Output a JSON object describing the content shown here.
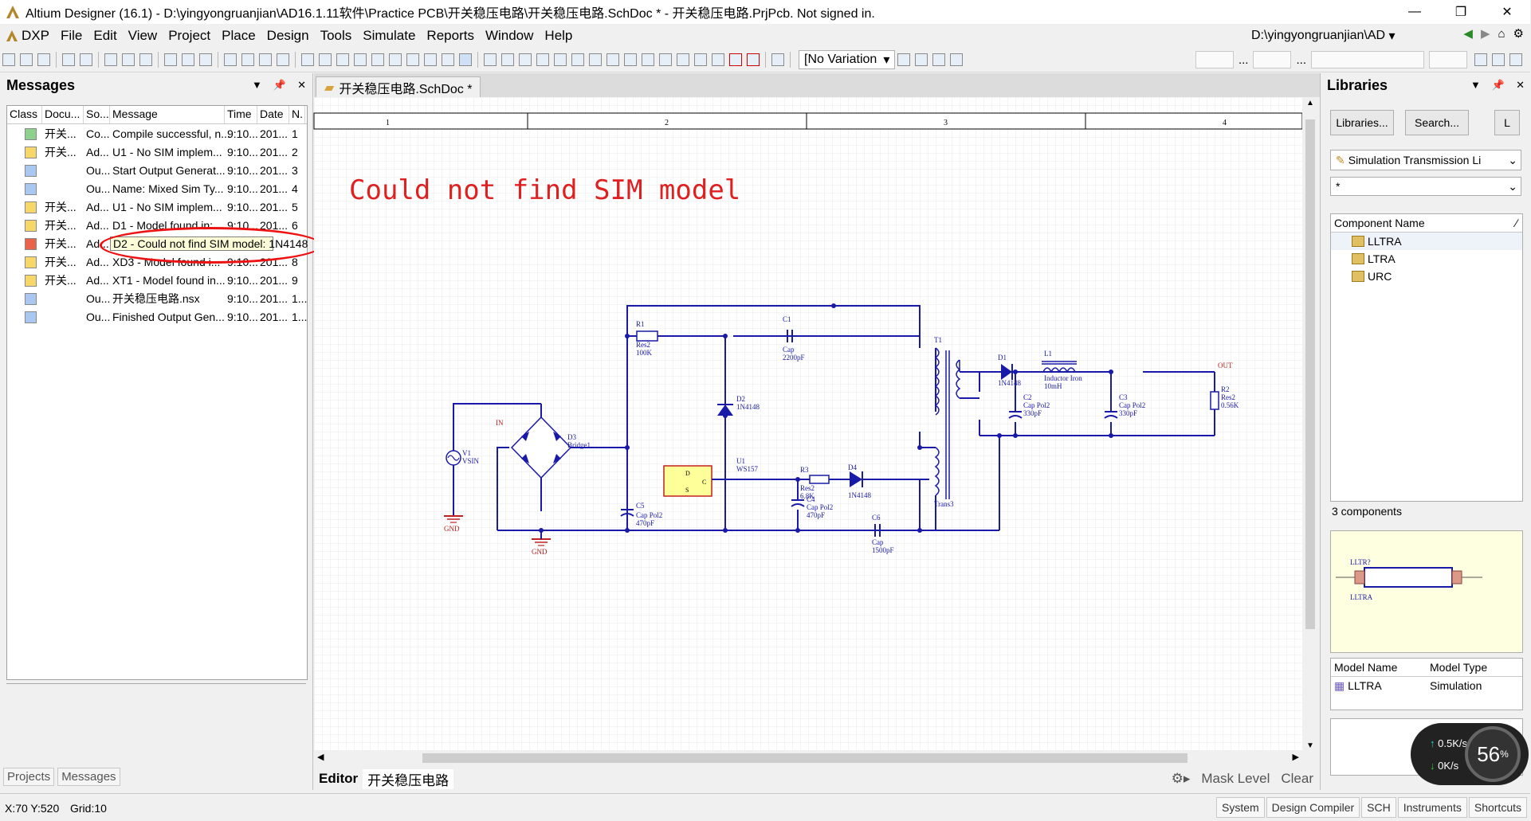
{
  "window": {
    "title": "Altium Designer (16.1) - D:\\yingyongruanjian\\AD16.1.11软件\\Practice PCB\\开关稳压电路\\开关稳压电路.SchDoc * - 开关稳压电路.PrjPcb. Not signed in.",
    "controls": [
      "—",
      "❐",
      "✕"
    ]
  },
  "menu": {
    "items": [
      "DXP",
      "File",
      "Edit",
      "View",
      "Project",
      "Place",
      "Design",
      "Tools",
      "Simulate",
      "Reports",
      "Window",
      "Help"
    ],
    "path": "D:\\yingyongruanjian\\AD"
  },
  "toolbar": {
    "variation": "[No Variation",
    "dots1": "...",
    "dots2": "..."
  },
  "messages_panel": {
    "title": "Messages",
    "columns": [
      "Class",
      "Docu...",
      "So...",
      "Message",
      "Time",
      "Date",
      "N."
    ],
    "rows": [
      {
        "color": "#8ed08e",
        "doc": "开关...",
        "src": "Co...",
        "msg": "Compile successful, n...",
        "time": "9:10...",
        "date": "201...",
        "no": "1"
      },
      {
        "color": "#f7d66a",
        "doc": "开关...",
        "src": "Ad...",
        "msg": "U1 - No SIM implem...",
        "time": "9:10...",
        "date": "201...",
        "no": "2"
      },
      {
        "color": "#a9c7f0",
        "doc": "",
        "src": "Ou...",
        "msg": "Start Output Generat...",
        "time": "9:10...",
        "date": "201...",
        "no": "3"
      },
      {
        "color": "#a9c7f0",
        "doc": "",
        "src": "Ou...",
        "msg": "Name: Mixed Sim    Ty...",
        "time": "9:10...",
        "date": "201...",
        "no": "4"
      },
      {
        "color": "#f7d66a",
        "doc": "开关...",
        "src": "Ad...",
        "msg": "U1 - No SIM implem...",
        "time": "9:10...",
        "date": "201...",
        "no": "5"
      },
      {
        "color": "#f7d66a",
        "doc": "开关...",
        "src": "Ad...",
        "msg": "D1 - Model found in:...",
        "time": "9:10...",
        "date": "201...",
        "no": "6"
      },
      {
        "color": "#e8634a",
        "doc": "开关...",
        "src": "Ad...",
        "msg": "D2 - Could not find SIM model: 1N4148",
        "time": "",
        "date": "",
        "no": "",
        "selected": true
      },
      {
        "color": "#f7d66a",
        "doc": "开关...",
        "src": "Ad...",
        "msg": "XD3 - Model found i...",
        "time": "9:10...",
        "date": "201...",
        "no": "8"
      },
      {
        "color": "#f7d66a",
        "doc": "开关...",
        "src": "Ad...",
        "msg": "XT1 - Model found in...",
        "time": "9:10...",
        "date": "201...",
        "no": "9"
      },
      {
        "color": "#a9c7f0",
        "doc": "",
        "src": "Ou...",
        "msg": "开关稳压电路.nsx",
        "time": "9:10...",
        "date": "201...",
        "no": "1..."
      },
      {
        "color": "#a9c7f0",
        "doc": "",
        "src": "Ou...",
        "msg": "Finished Output Gen...",
        "time": "9:10...",
        "date": "201...",
        "no": "1..."
      }
    ],
    "tabs": [
      "Projects",
      "Messages"
    ]
  },
  "document": {
    "tab": "开关稳压电路.SchDoc *",
    "annotation": "Could not find SIM model",
    "zones": [
      "1",
      "2",
      "3",
      "4"
    ],
    "labels": {
      "R1": "R1",
      "R1v": "Res2",
      "R1k": "100K",
      "C1": "C1",
      "C1v": "Cap",
      "C1k": "2200pF",
      "D2": "D2",
      "D2v": "1N4148",
      "V1": "V1",
      "V1v": "VSIN",
      "IN": "IN",
      "D3": "D3",
      "D3v": "Bridge1",
      "U1": "U1",
      "U1v": "WS157",
      "R3": "R3",
      "R3v": "Res2",
      "R3k": "6.8K",
      "D4": "D4",
      "D4v": "1N4148",
      "C5": "C5",
      "C5v": "Cap Pol2",
      "C5k": "470pF",
      "C4": "C4",
      "C4v": "Cap Pol2",
      "C4k": "470pF",
      "T1": "T1",
      "T1v": "Trans3",
      "D1": "D1",
      "D1v": "1N4148",
      "L1": "L1",
      "L1v": "Inductor Iron",
      "L1k": "10mH",
      "C2": "C2",
      "C2v": "Cap Pol2",
      "C2k": "330pF",
      "C3": "C3",
      "C3v": "Cap Pol2",
      "C3k": "330pF",
      "R2": "R2",
      "R2v": "Res2",
      "R2k": "0.56K",
      "OUT": "OUT",
      "C6": "C6",
      "C6v": "Cap",
      "C6k": "1500pF",
      "GND": "GND",
      "U1D": "D",
      "U1S": "S",
      "U1C": "C"
    },
    "editor_label": "Editor",
    "editor_doc": "开关稳压电路",
    "right_items": [
      "Mask Level",
      "Clear"
    ]
  },
  "libraries_panel": {
    "title": "Libraries",
    "btn_libraries": "Libraries...",
    "btn_search": "Search...",
    "btn_place": "L",
    "library": "Simulation Transmission Li",
    "filter": "*",
    "comp_header": "Component Name",
    "components": [
      "LLTRA",
      "LTRA",
      "URC"
    ],
    "count": "3 components",
    "preview_top": "LLTR?",
    "preview_bottom": "LLTRA",
    "model_cols": [
      "Model Name",
      "Model Type"
    ],
    "model_row": [
      "LLTRA",
      "Simulation"
    ]
  },
  "net_widget": {
    "up": "0.5K/s",
    "down": "0K/s",
    "pct": "56"
  },
  "status": {
    "coord": "X:70 Y:520",
    "grid": "Grid:10",
    "tabs": [
      "System",
      "Design Compiler",
      "SCH",
      "Instruments",
      "Shortcuts"
    ]
  }
}
